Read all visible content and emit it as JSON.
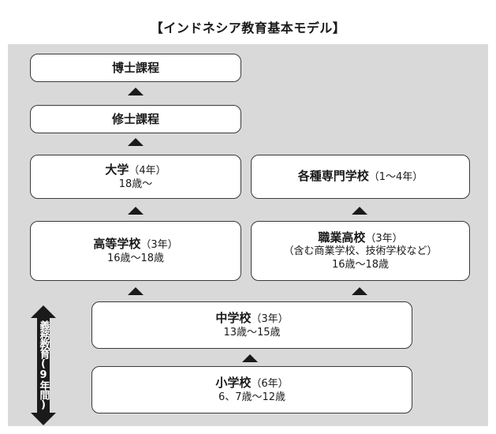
{
  "title": "【インドネシア教育基本モデル】",
  "compulsory_label": "義務教育(9年間)",
  "boxes": {
    "doctorate": {
      "name": "博士課程"
    },
    "masters": {
      "name": "修士課程"
    },
    "university": {
      "name": "大学",
      "years": "（4年）",
      "age": "18歳〜"
    },
    "vocational_school": {
      "name": "各種専門学校",
      "years": "（1〜4年）"
    },
    "high_school": {
      "name": "高等学校",
      "years": "（3年）",
      "age": "16歳〜18歳"
    },
    "vocational_high": {
      "name": "職業高校",
      "years": "（3年）",
      "note": "（含む商業学校、技術学校など）",
      "age": "16歳〜18歳"
    },
    "junior_high": {
      "name": "中学校",
      "years": "（3年）",
      "age": "13歳〜15歳"
    },
    "elementary": {
      "name": "小学校",
      "years": "（6年）",
      "age": "6、7歳〜12歳"
    }
  }
}
